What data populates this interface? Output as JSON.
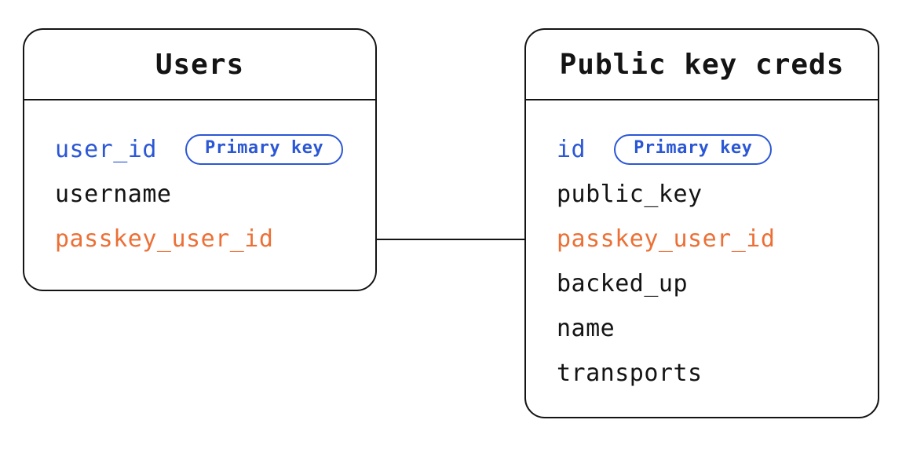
{
  "tables": [
    {
      "title": "Users",
      "fields": [
        {
          "name": "user_id",
          "role": "primary",
          "badge": "Primary key"
        },
        {
          "name": "username",
          "role": "normal"
        },
        {
          "name": "passkey_user_id",
          "role": "foreign"
        }
      ]
    },
    {
      "title": "Public key creds",
      "fields": [
        {
          "name": "id",
          "role": "primary",
          "badge": "Primary key"
        },
        {
          "name": "public_key",
          "role": "normal"
        },
        {
          "name": "passkey_user_id",
          "role": "foreign"
        },
        {
          "name": "backed_up",
          "role": "normal"
        },
        {
          "name": "name",
          "role": "normal"
        },
        {
          "name": "transports",
          "role": "normal"
        }
      ]
    }
  ],
  "relationship": {
    "from_table": "Users",
    "from_field": "passkey_user_id",
    "to_table": "Public key creds",
    "to_field": "passkey_user_id"
  },
  "colors": {
    "ink": "#141414",
    "primary_key_blue": "#2b57d5",
    "foreign_key_orange": "#ec7036",
    "background": "#ffffff"
  }
}
